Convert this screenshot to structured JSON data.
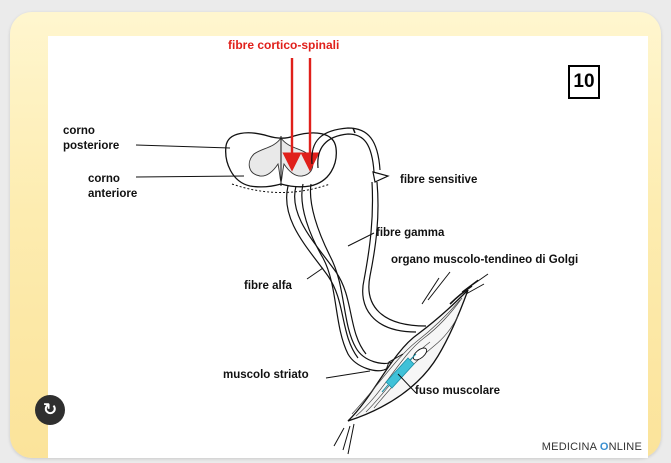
{
  "slide_number": "10",
  "watermark": {
    "pre": "MEDICINA ",
    "o": "O",
    "post": "NLINE"
  },
  "share_icon": "share-icon",
  "colors": {
    "frame": "#fbe39a",
    "red_fibers": "#e0201b",
    "spindle_fill": "#3fc1d8"
  },
  "labels": {
    "cortico": "fibre cortico-spinali",
    "corno_post_1": "corno",
    "corno_post_2": "posteriore",
    "corno_ant_1": "corno",
    "corno_ant_2": "anteriore",
    "sensitive": "fibre sensitive",
    "gamma": "fibre gamma",
    "alfa": "fibre alfa",
    "golgi": "organo muscolo-tendineo di Golgi",
    "striato": "muscolo striato",
    "fuso": "fuso muscolare"
  }
}
